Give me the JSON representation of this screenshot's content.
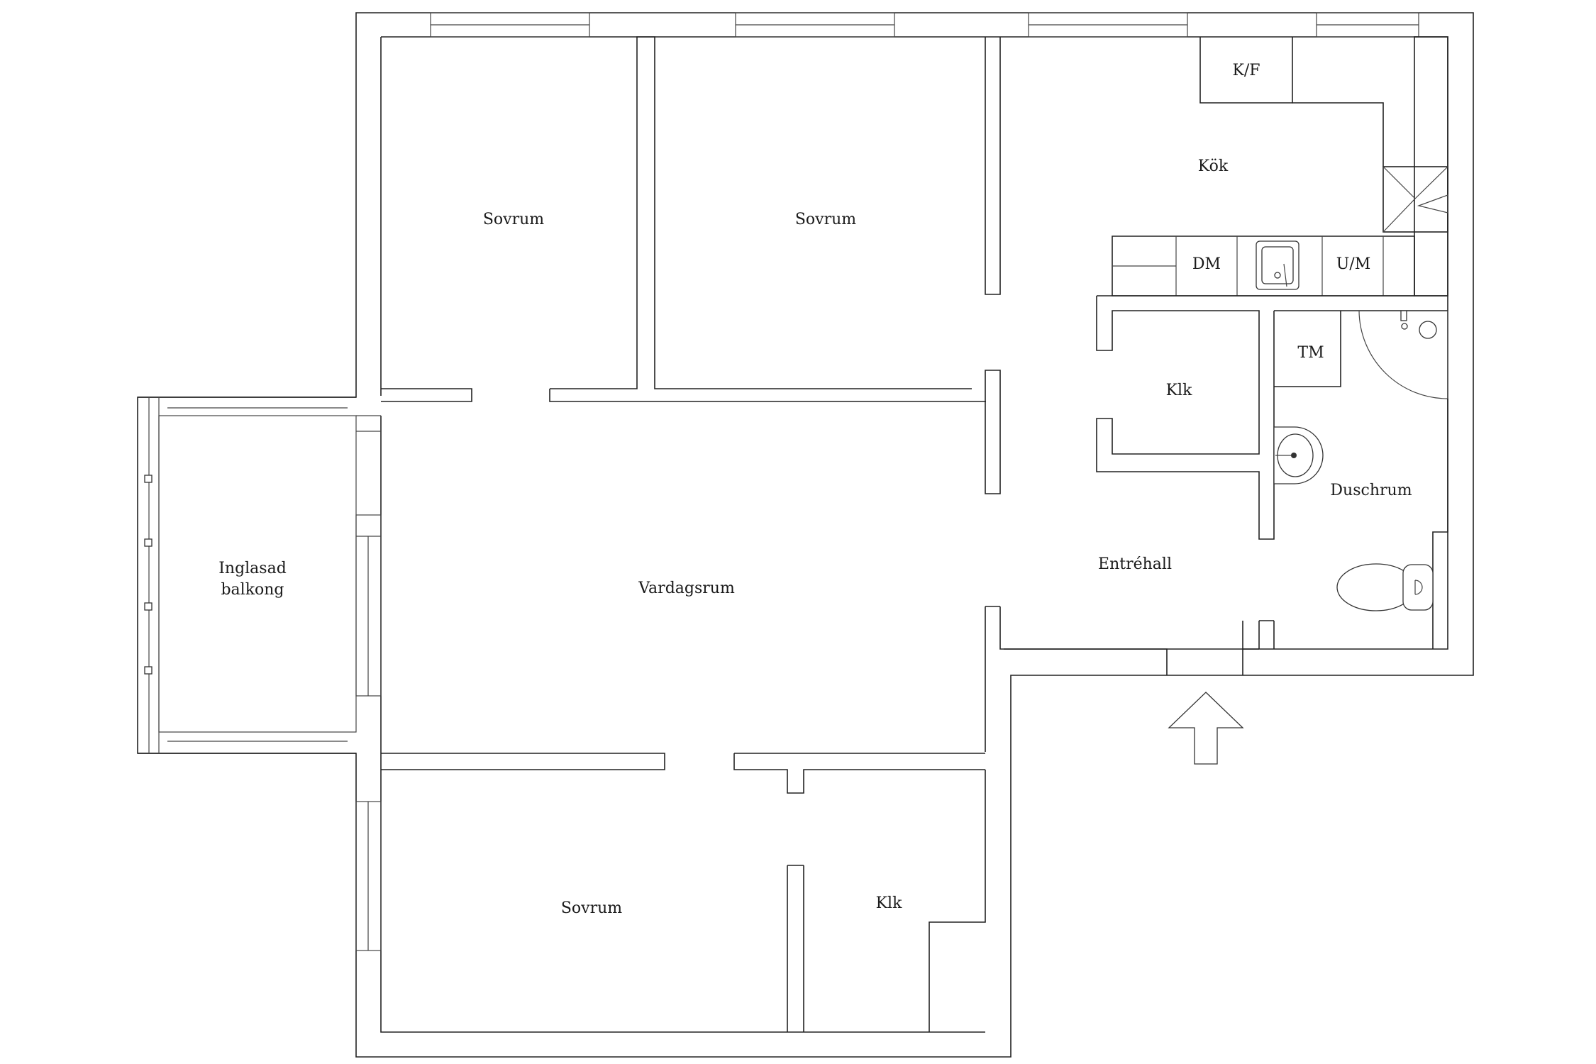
{
  "rooms": {
    "sovrum_1": "Sovrum",
    "sovrum_2": "Sovrum",
    "kok": "Kök",
    "kf": "K/F",
    "dm": "DM",
    "um": "U/M",
    "klk_hall": "Klk",
    "tm": "TM",
    "duschrum": "Duschrum",
    "entrehall": "Entréhall",
    "vardagsrum": "Vardagsrum",
    "balkong_line1": "Inglasad",
    "balkong_line2": "balkong",
    "sovrum_3": "Sovrum",
    "klk_lower": "Klk"
  },
  "icons": {
    "entrance": "arrow-up-icon",
    "sink": "kitchen-sink-icon",
    "basin": "wash-basin-icon",
    "toilet": "toilet-icon",
    "shower": "shower-icon"
  },
  "colors": {
    "line": "#222222",
    "background": "#ffffff",
    "glass": "#bdbdbd"
  }
}
